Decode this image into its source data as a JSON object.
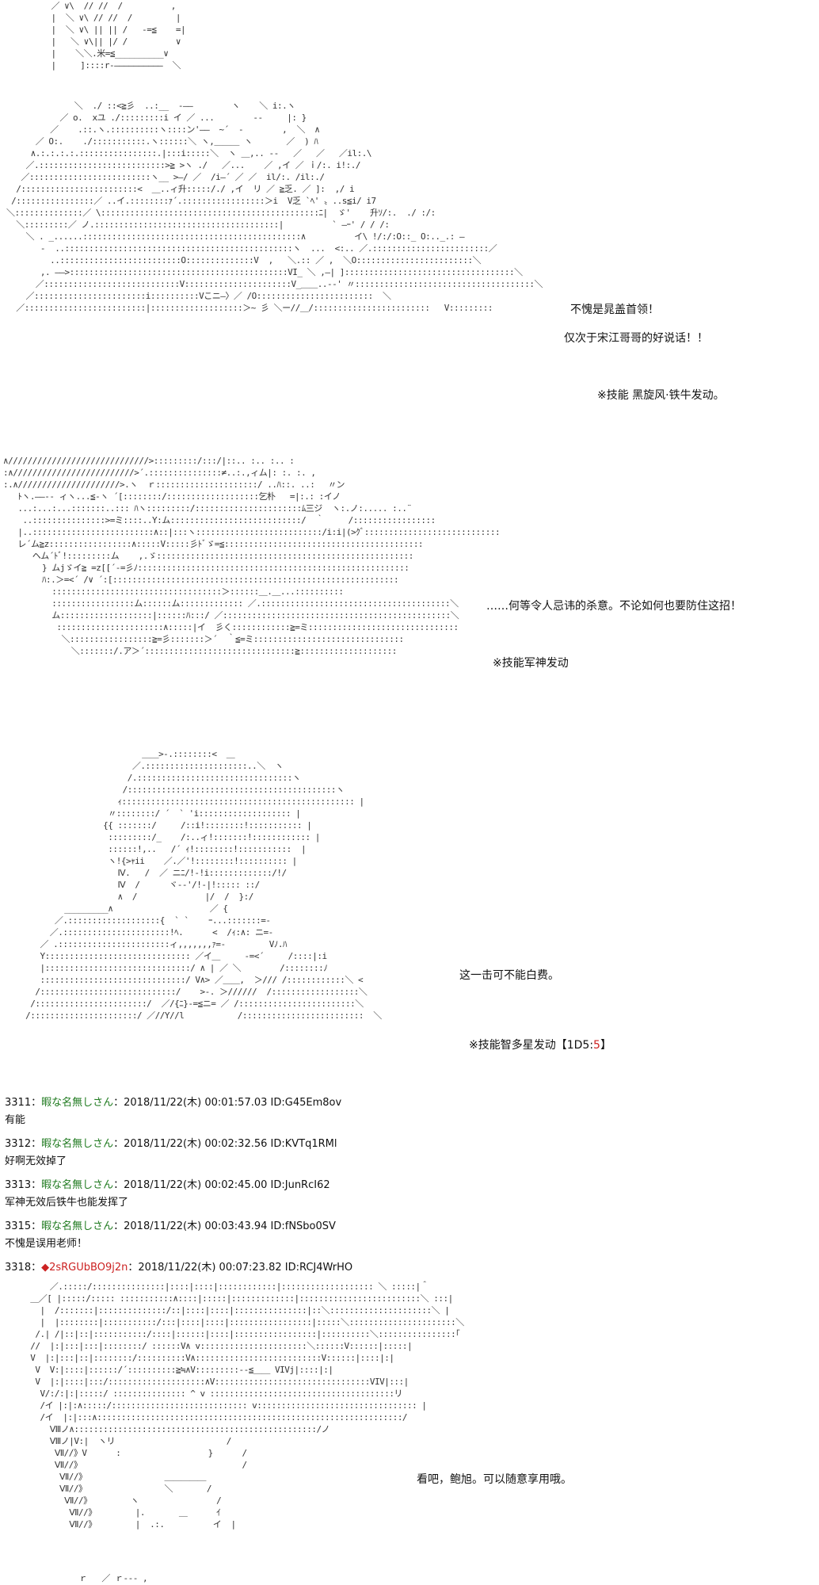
{
  "blocks": [
    {
      "art": "    ／ ∨\\  // //  /          ,\n    |  ＼ ∨\\ // //  /         |\n    |  ＼ ∨\\ || || /   -=≦    =|\n    |   ＼ ∨\\|| |/ /          ∨\n    |    ＼＼.米=≦__________∨\n    |     ]::::r‐――――――――――  ＼",
      "lines": []
    },
    {
      "art": "              ＼  ./ ::<≧彡  ..:__  -――        ヽ    ＼ i:.ヽ\n           ／ o.  xユ ./:::::::::i イ ／ ...        --     |: }\n         ／    .::.ヽ.::::::::::ヽ::::ン'――  ~´  -        ,  ＼  ∧\n      ／ O:.    ./:::::::::::.ヽ::::::＼ ヽ,＿＿＿ ヽ       ／  ) ﾊ\n     ∧.:.:.:.:.::::::::::::::::.|:::i:::::＼  ヽ ＿,.. --   ／   ／   ／il:.\\\n    ／.::::::::::::::::::::::::::>≧ >ヽ ./   ／...    ／ ,イ ／ ｉ/:. i!:./\n   ／:::::::::::::::::::::::::ヽ__ >―/ ／  /i―´ ／ ／  il/:. /il:./\n  /::::::::::::::::::::::::<  ＿..ィ升:::::/./ ,イ  リ ／ ≧乏. ／ ]:  ,/ i\n /::::::::::::::::／ ..イ.::::::::ｧ´.:::::::::::::::::＞i  V乏 `ﾍ' 〟..s≦i/ i7\n＼::::::::::::::／ \\:::::::::::::::::::::::::::::::::::::::::::::ﾆ|  ゞ'    升ｿ/:.  ./ :/:\n  ＼:::::::::／ ノ.::::::::::::::::::::::::::::::::::::::|          ` ―ｰ' / / /:\n    ＼ . _......:::::::::::::::::::::::::::::::::::::::::::::∧          イ\\ !/:/:O::_ O:.._.: ―\n       -  ..:::::::::::::::::::::::::::::::::::::::::::::::ヽ  ...  <:.. ／.::::::::::::::::::::::::／\n         ..:::::::::::::::::::::::::O::::::::::::::V  ,   ＼.:: ／ ,  ＼O::::::::::::::::::::::::＼\n       ,. ――>:::::::::::::::::::::::::::::::::::::::::::::VI_ ＼ ,―| ]:::::::::::::::::::::::::::::::::::＼\n      ／::::::::::::::::::::::::::::V::::::::::::::::::::::V_＿＿..--' 〃:::::::::::::::::::::::::::::::::::::＼\n    ／:::::::::::::::::::::::i::::::::::Vこニ―〉／ /O::::::::::::::::::::::::  ＼\n  ／:::::::::::::::::::::::::|:::::::::::::::::::＞~ 彡 ＼ー//＿/::::::::::::::::::::::::   V:::::::::",
      "lines": [
        {
          "text": "不愧是晁盖首领！"
        },
        {
          "text": "仅次于宋江哥哥的好说话！！"
        },
        {
          "text": "※技能  黑旋风·铁牛发动。"
        }
      ]
    },
    {
      "art": "∧/////////////////////////////>:::::::::/:::/|::.. :.. :.. :\n:∧/////////////////////////>´.:::::::::::::::≠..:.,ィム|: :. :. ,\n:.∧/////////////////////>.ヽ  ｒ:::::::::::::::::::::/ ..ﾊ::. ..: 　〃ン\n   ﾄヽ.――-- ィヽ...≦-ヽ ´[::::::::/:::::::::::::::::::乞朴   =|:.: :イノ\n   ...:...:...:::::::..::: ﾊヽ:::::::::/::::::::::::::::::::::ﾑ三ジ  ヽ:.ノ:..... :..¨\n    ..:::::::::::::::>=ミ::::..Y:ム:::::::::::::::::::::::::::/  ｀     /:::::::::::::::::\n   |..:::::::::::::::::::::::::∧::|:::ヽ::::::::::::::::::::::::::/i:i|(>ｸﾞ::::::::::::::::::::::::::::\n   レ´ム≧z:::::::::::::::::∧:::::V:::::彡ﾄﾞゞ=≦:::::::::::::::::::::::::::::::::::::::::\n      ヘム´ﾄﾞ!:::::::::ム    ,.ゞ:::::::::::::::::::::::::::::::::::::::::::::::::::::\n        } ムjゞイ≧ =z[[´‐=彡ﾉ::::::::::::::::::::::::::::::::::::::::::::::::::::::::\n        ﾊ:.＞=<´ /∨ ´:[:::::::::::::::::::::::::::::::::::::::::::::::::::::::::::\n          :::::::::::::::::::::::::::::::::::＞::::::＿.＿...::::::::::\n          :::::::::::::::::ム::::::ム::::::::::::: ／.:::::::::::::::::::::::::::::::::::::::＼\n          ム:::::::::::::::::::|::::::ﾊ:::/ ／:::::::::::::::::::::::::::::::::::::::::::::::＼\n           ::::::::::::::::::::::∧:::::|イ  彡く::::::::::::≧=ミ:::::::::::::::::::::::::::::::\n            ＼:::::::::::::::::≧=彡:::::::＞´  ｀≦=ミ:::::::::::::::::::::::::::::::\n              ＼:::::::/.ア＞´:::::::::::::::::::::::::::::::≧::::::::::::::::::::",
      "lines": [
        {
          "text": "……何等令人忌讳的杀意。不论如何也要防住这招！"
        },
        {
          "text": "※技能军神发动"
        }
      ]
    },
    {
      "art": "                         ＿＿>‐.::::::::<  ＿\n                       ／.:::::::::::::::::::::..＼  ヽ\n                      /.::::::::::::::::::::::::::::::::ヽ\n                     /:::::::::::::::::::::::::::::::::::::::::::ヽ\n                    ｨ:::::::::::::::::::::::::::::::::::::::::::::::: |\n                  〃::::::::/ ´  ` 'i::::::::::::::::::: |\n                 {{ :::::::/     /::i!::::::::!::::::::::: |\n                  :::::::::/_    /:..ィ!:::::::!:::::::::::: |\n                  ::::::!,..   /´ ｨ!::::::::!:::::::::::  |\n                  ヽ!{>ｬii    ／.／'!::::::::!:::::::::: |\n                    Ⅳ.   /  ／ ニﾆ/!-!i:::::::::::::/!/\n                    Ⅳ  /      ヾ--'/!-|!::::: ::/ \n                    ∧  /              |/  /  }:/\n         _________∧                    ／ {\n       ／.:::::::::::::::::::{  ` `    ｰ...:::::::=‐\n      ／.::::::::::::::::::::::!ﾍ.      <  /ｨ:∧: ニ=‐\n    ／ .:::::::::::::::::::::::ィ,,,,,,,ｧ=‐         Vﾉ.ﾊ\n    Y:::::::::::::::::::::::::::::: ／イ＿     ‐=<´     /::::|:i\n    |::::::::::::::::::::::::::::::/ ∧ | ／ ＼        /::::::::ﾉ\n    ::::::::::::::::::::::::::::::/ V∧> ／＿＿,  ＞/// /::::::::::::＼ <\n   /::::::::::::::::::::::::::::/    >‐. ＞//////  /::::::::::::::::::＼\n  /:::::::::::::::::::::::/  ／/{ﾆ}‐=≦ニ= ／ /::::::::::::::::::::::::＼\n /::::::::::::::::::::::/ ／//Y//l           /:::::::::::::::::::::::::  ＼",
      "lines": [
        {
          "text": "这一击可不能白费。"
        },
        {
          "text": "※技能智多星发动【1D5:",
          "red": "5",
          "tail": "】"
        }
      ]
    }
  ],
  "posts": [
    {
      "num": "3311",
      "sep": "：",
      "name": "暇な名無しさん",
      "date": "：2018/11/22(木) 00:01:57.03 ID:G45Em8ov",
      "body": "有能"
    },
    {
      "num": "3312",
      "sep": "：",
      "name": "暇な名無しさん",
      "date": "：2018/11/22(木) 00:02:32.56 ID:KVTq1RMl",
      "body": "好啊无效掉了"
    },
    {
      "num": "3313",
      "sep": "：",
      "name": "暇な名無しさん",
      "date": "：2018/11/22(木) 00:02:45.00 ID:JunRcI62",
      "body": "军神无效后铁牛也能发挥了"
    },
    {
      "num": "3315",
      "sep": "：",
      "name": "暇な名無しさん",
      "date": "：2018/11/22(木) 00:03:43.94 ID:fNSbo0SV",
      "body": "不愧是误用老师！"
    },
    {
      "num": "3318",
      "sep": "：",
      "trip": "◆2sRGUbBO9j2n",
      "date": "：2018/11/22(木) 00:07:23.82 ID:RCJ4WrHO",
      "body": ""
    }
  ],
  "final_block": {
    "art": "      ／.:::::/:::::::::::::::|::::|::::|::::::::::::|::::::::::::::::::: ＼ :::::|＾\n  ＿／[ |:::::/::::: :::::::::::∧::::|:::::|:::::::::::::|:::::::::::::::::::::::::＼ :::|\n    |  /:::::::|::::::::::::::/::|::::|::::|:::::::::::::::|::＼:::::::::::::::::::::＼ |\n    |  |::::::::|:::::::::::/:::|::::|::::|:::::::::::::::::|:::::＼::::::::::::::::::::::＼\n   /.| /|::|::|:::::::::::/::::|::::::|::::|:::::::::::::::::|::::::::::＼::::::::::::::::｢\n  //  |:|:::|:::|::::::::/ ::::::V∧ v::::::::::::::::::::::＼::::::V::::::|:::::|\n  V  |:|:::|::|::::::::/::::::::::V∧::::::::::::::::::::::::::V::::::|::::|:|\n   V  V:|::::|::::::/´::::::::::≧≒∧V:::::::::--≦＿＿ VIVj|::::|:|\n   V  |:|::::|:::/::::::::::::::::::::∧V::::::::::::::::::::::::::::::::VIV|:::|\n    V/:/:|:|:::::/ ::::::::::::::: ^ v ::::::::::::::::::::::::::::::::::::::リ\n    /イ |:|:∧:::::/:::::::::::::::::::::::::::: v::::::::::::::::::::::::::::::::: |\n    /イ  |:|:::∧:::::::::::::::::::::::::::::::::::::::::::::::::::::::::::::::/\n      Ⅷノ∧::::::::::::::::::::::::::::::::::::::::::::::::::/ノ\n      Ⅷノ|V:|  ヽリ                       /\n       Ⅶ//》V      :                  }      /\n       Ⅶ//》                                 /\n        Ⅶ//》                ＿＿＿＿＿\n        Ⅶ//》                ＼       /\n         Ⅶ//》        ヽ                /\n          Ⅶ//》        |.       ＿      ｲ\n          Ⅶ//》        |  .:.          イ  |",
    "lines": [
      {
        "text": "看吧，鲍旭。可以随意享用哦。"
      }
    ],
    "bottom": "            ｒ   ／ ｒ‐‐‐ ,"
  }
}
